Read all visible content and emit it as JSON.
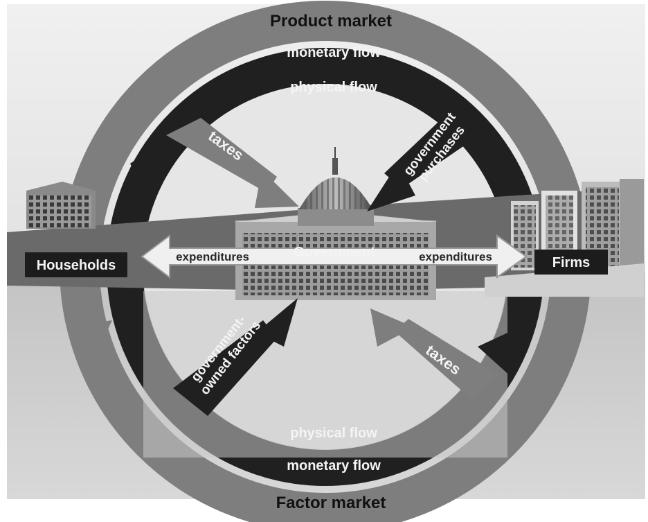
{
  "title_top": "Product market",
  "title_bottom": "Factor market",
  "outer_ring_top": "monetary flow",
  "outer_ring_bottom": "monetary flow",
  "inner_ring_top": "physical flow",
  "inner_ring_bottom": "physical flow",
  "households": "Households",
  "firms": "Firms",
  "government": "Government",
  "expenditures_left": "expenditures",
  "expenditures_right": "expenditures",
  "taxes_households": "taxes",
  "taxes_firms": "taxes",
  "government_purchases": [
    "government",
    "purchases"
  ],
  "government_owned_factors": [
    "government-",
    "owned factors"
  ],
  "colors": {
    "background_top": "#eeeeee",
    "background_bottom": "#b8b8b8",
    "outer_ring": "#7e7e7e",
    "inner_ring": "#202020",
    "band": "#6a6a6a",
    "label_box": "#1c1c1c"
  }
}
